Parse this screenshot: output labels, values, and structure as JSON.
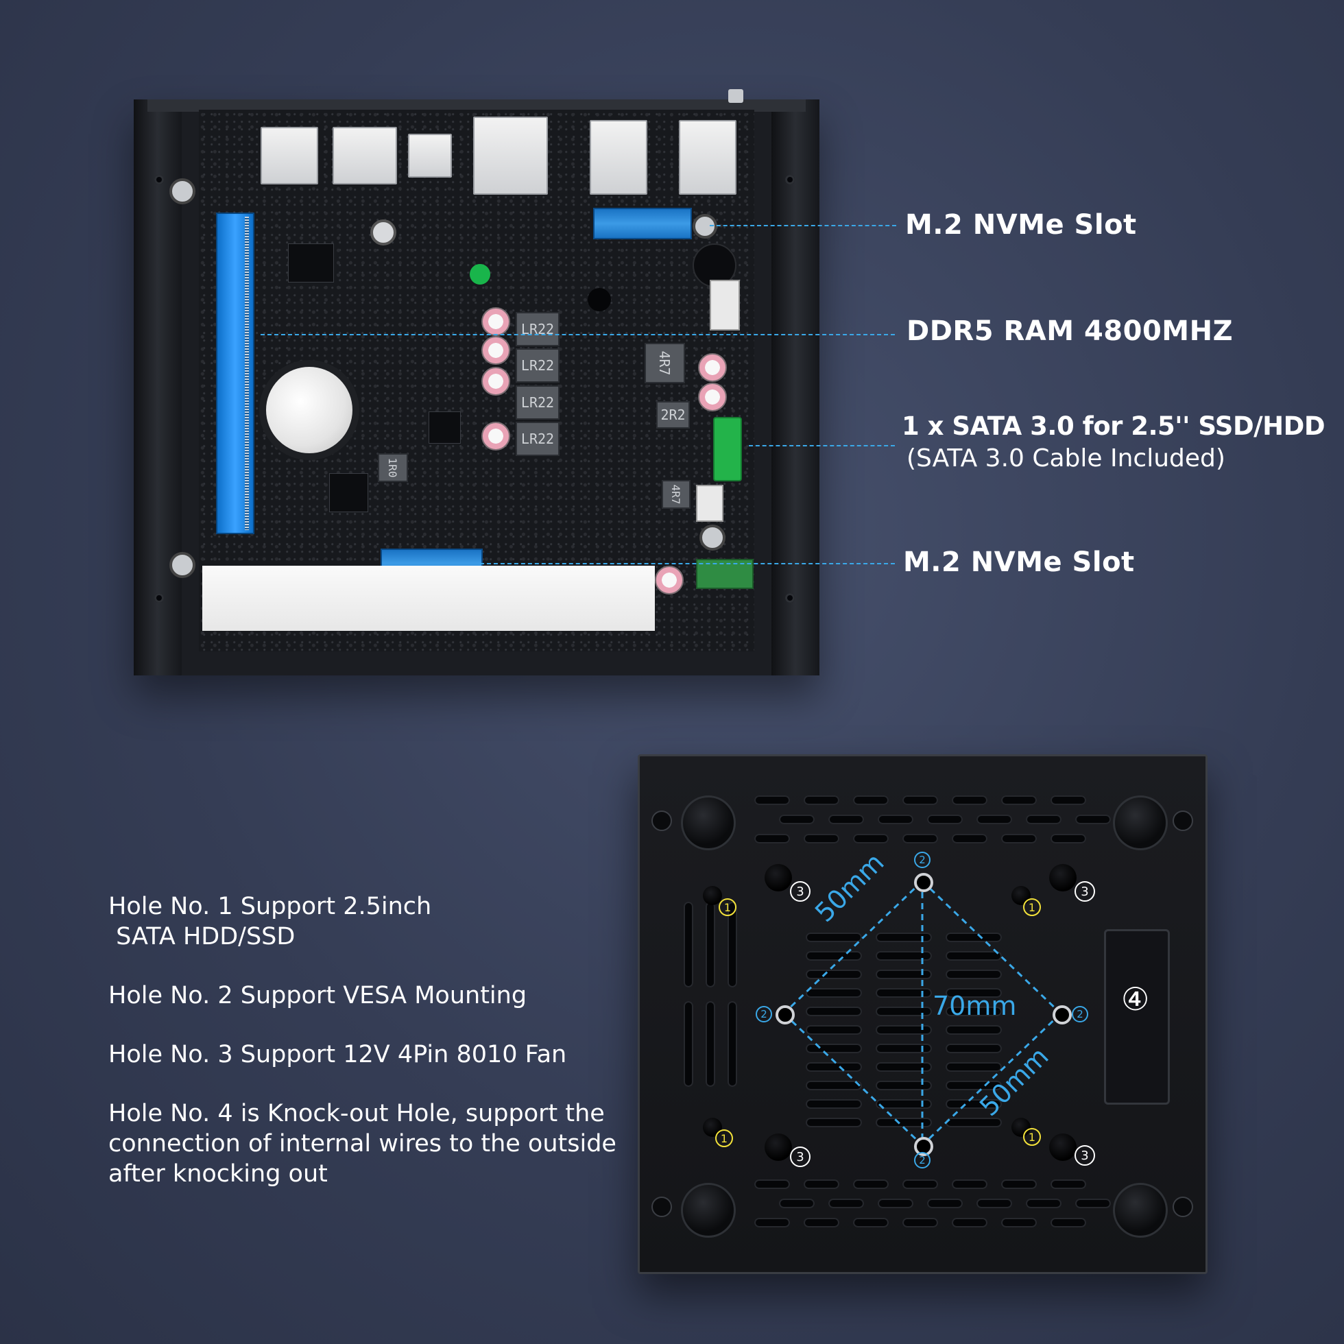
{
  "callouts": {
    "nvme_top": "M.2 NVMe Slot",
    "ddr5": "DDR5 RAM 4800MHZ",
    "sata_line1": "1 x SATA 3.0 for 2.5'' SSD/HDD",
    "sata_line2": "(SATA 3.0 Cable Included)",
    "nvme_bottom": "M.2 NVMe Slot"
  },
  "board_marks": {
    "choke_1": "LR22",
    "choke_2": "LR22",
    "choke_3": "LR22",
    "choke_4": "LR22",
    "inductor_a": "4R7",
    "inductor_b": "2R2",
    "inductor_c": "4R7",
    "inductor_d": "1R0"
  },
  "bottom": {
    "dim_50_left": "50mm",
    "dim_70": "70mm",
    "dim_50_right": "50mm",
    "hole_1": "1",
    "hole_2": "2",
    "hole_3": "3",
    "hole_4": "④"
  },
  "notes": [
    {
      "line1": "Hole No. 1 Support 2.5inch",
      "line2": " SATA HDD/SSD",
      "line3": ""
    },
    {
      "line1": "Hole No. 2 Support VESA Mounting",
      "line2": "",
      "line3": ""
    },
    {
      "line1": "Hole No. 3 Support 12V 4Pin 8010 Fan",
      "line2": "",
      "line3": ""
    },
    {
      "line1": "Hole No. 4 is Knock-out Hole, support the",
      "line2": "connection of internal wires to the outside",
      "line3": "after knocking out"
    }
  ],
  "colors": {
    "accent": "#3aa8e8",
    "background": "#353d55",
    "hole1_marker": "#f3e23a"
  }
}
